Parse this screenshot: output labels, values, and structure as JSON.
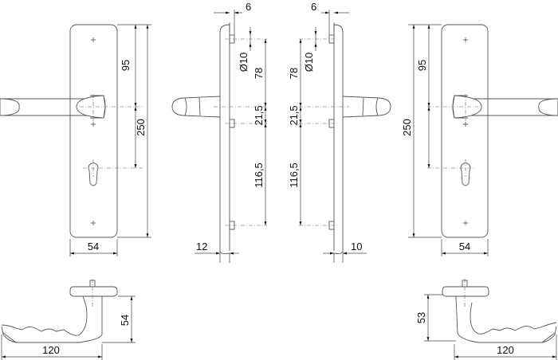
{
  "drawing": {
    "type": "technical-drawing",
    "subject": "door handle on long backplate with euro-profile cylinder hole",
    "units": "mm",
    "views": [
      {
        "id": "front-left",
        "dimensions": {
          "handle_to_top": "95",
          "plate_height": "250",
          "plate_width": "54"
        }
      },
      {
        "id": "side-left",
        "dimensions": {
          "pin_offset": "6",
          "pin_diameter": "Ø10",
          "top_pin_to_handle": "78",
          "handle_to_mid_pin": "21,5",
          "mid_pin_to_bottom_pin": "116,5",
          "plate_thickness": "12"
        }
      },
      {
        "id": "side-right",
        "dimensions": {
          "pin_offset": "6",
          "pin_diameter": "Ø10",
          "top_pin_to_handle": "78",
          "handle_to_mid_pin": "21,5",
          "mid_pin_to_bottom_pin": "116,5",
          "plate_thickness": "10"
        }
      },
      {
        "id": "front-right",
        "dimensions": {
          "handle_to_top": "95",
          "plate_height": "250",
          "plate_width": "54"
        }
      },
      {
        "id": "lever-top-left",
        "dimensions": {
          "lever_height": "54",
          "lever_length": "120"
        }
      },
      {
        "id": "lever-top-right",
        "dimensions": {
          "lever_height": "53",
          "lever_length": "120"
        }
      }
    ]
  }
}
